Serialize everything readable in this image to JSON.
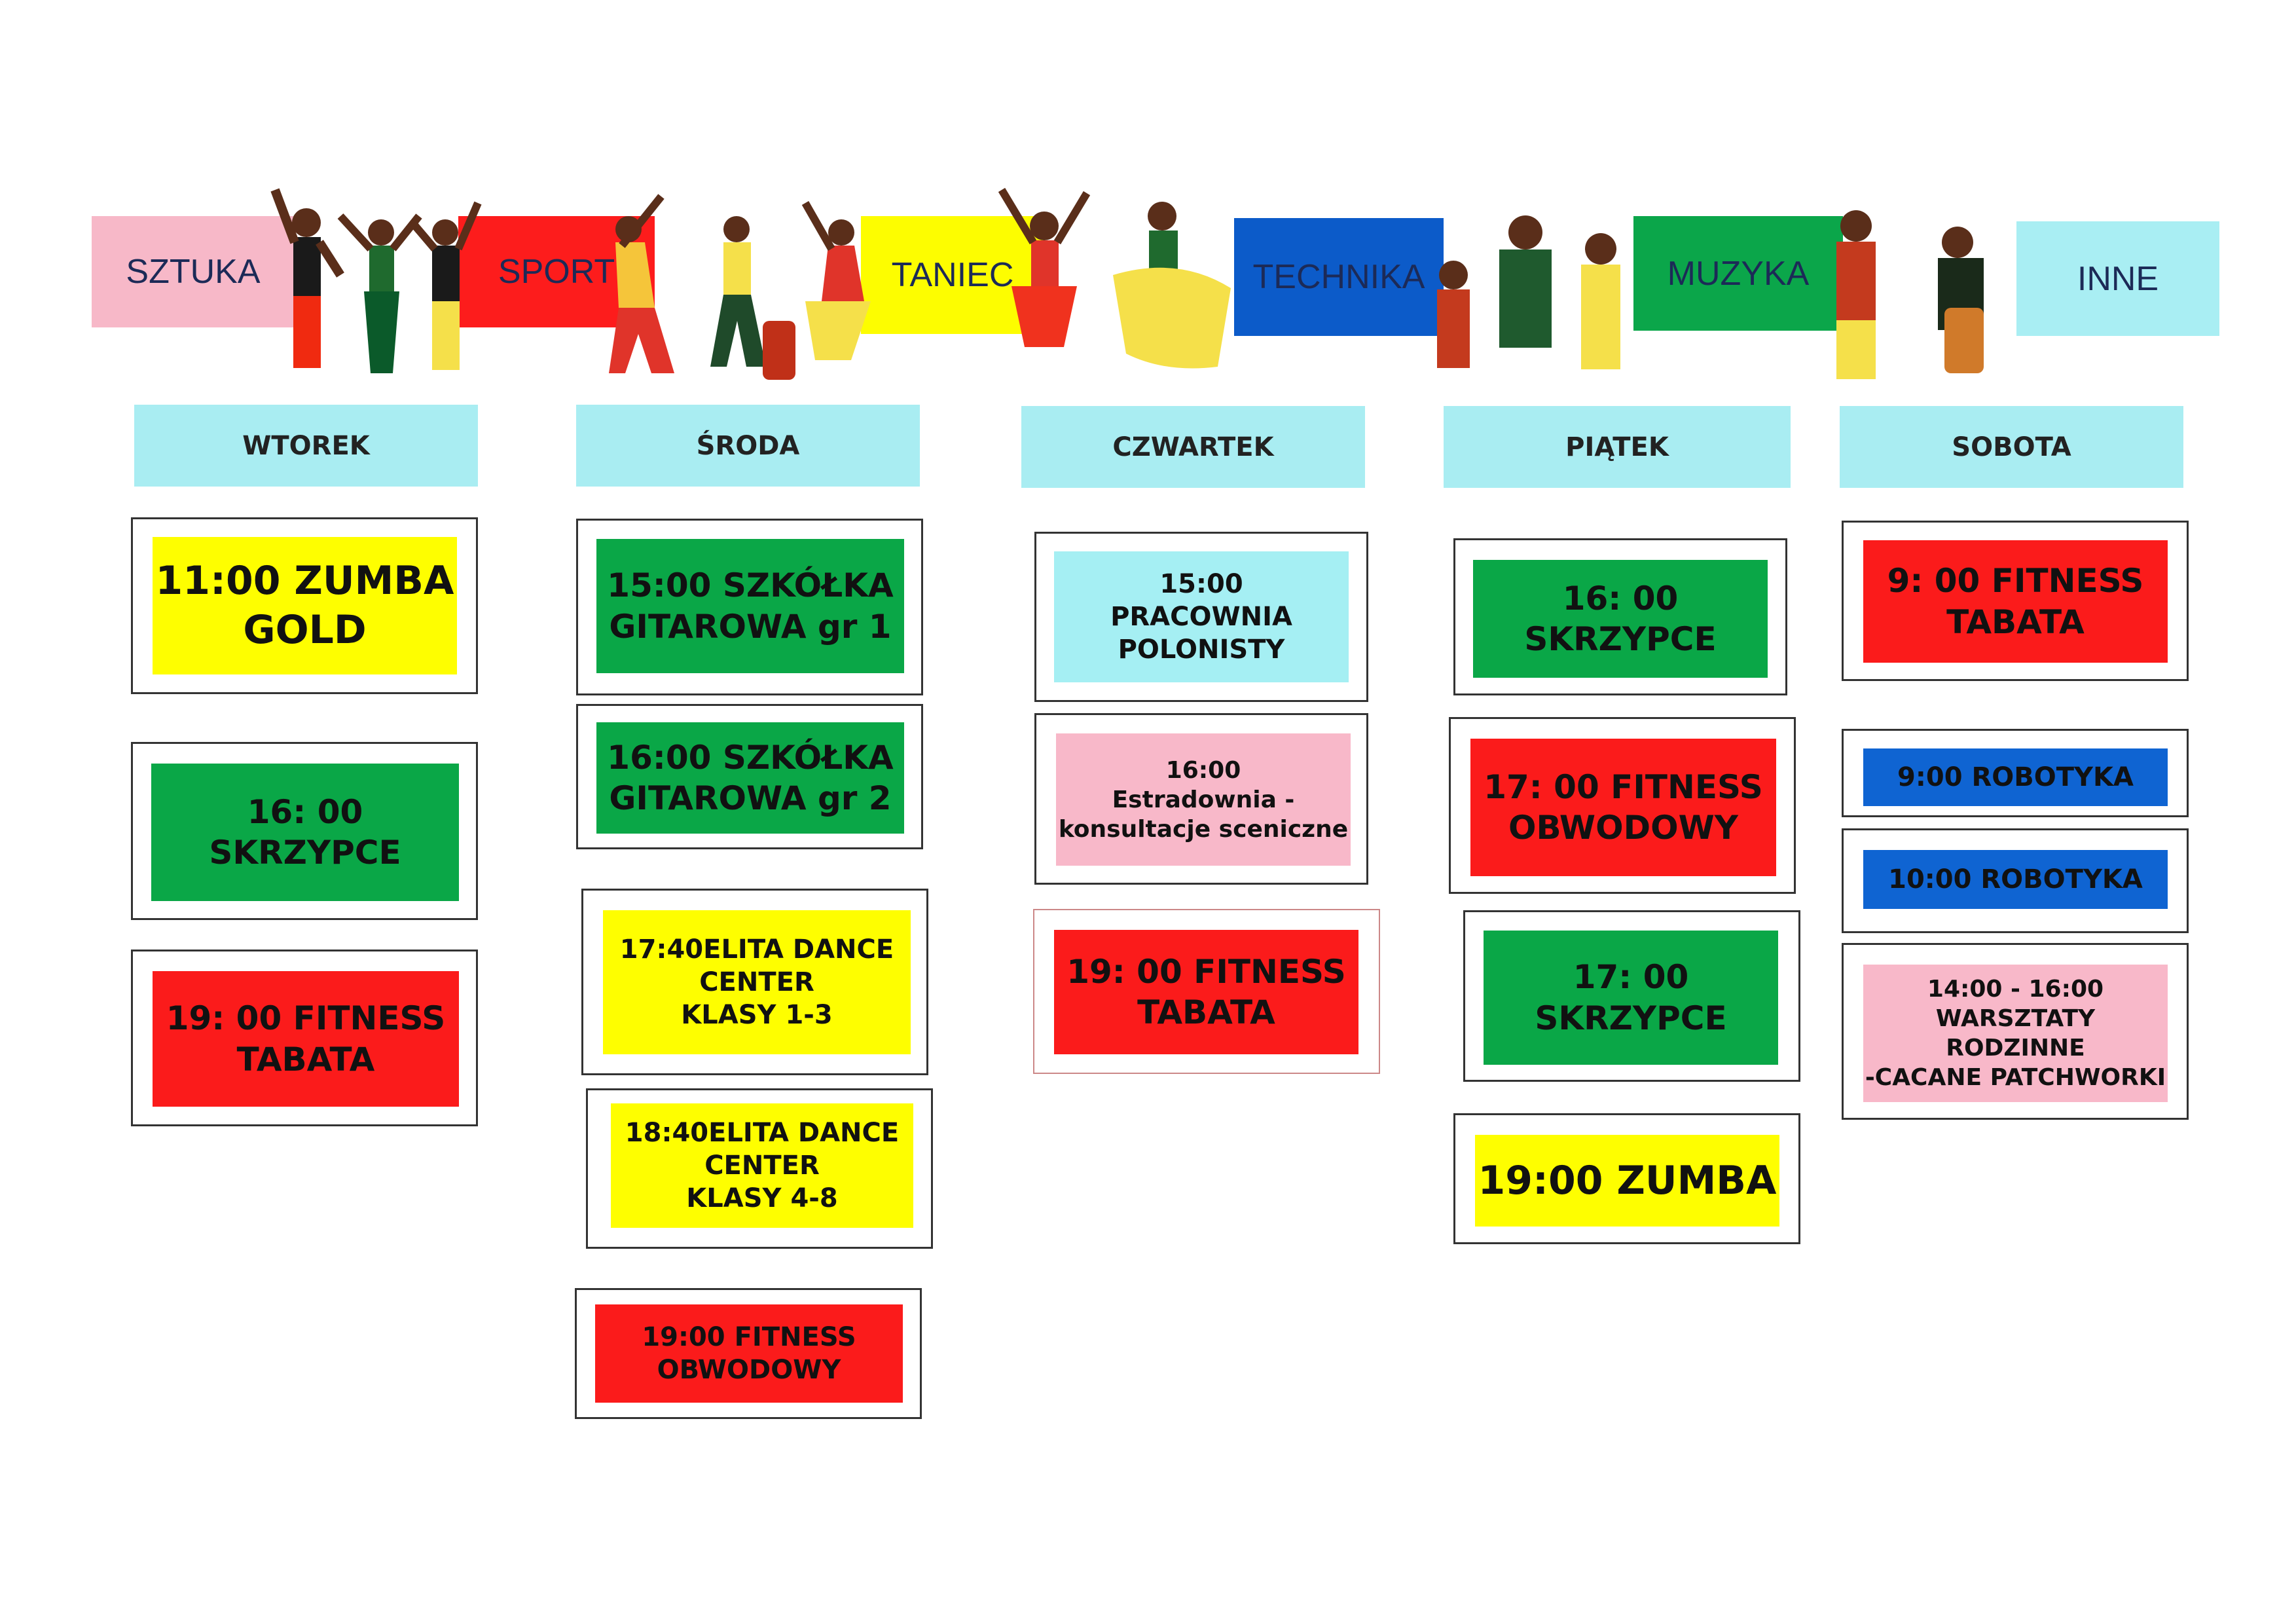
{
  "categories": {
    "sztuka": "SZTUKA",
    "sport": "SPORT",
    "taniec": "TANIEC",
    "technika": "TECHNIKA",
    "muzyka": "MUZYKA",
    "inne": "INNE"
  },
  "days": {
    "wtorek": "WTOREK",
    "sroda": "ŚRODA",
    "czwartek": "CZWARTEK",
    "piatek": "PIĄTEK",
    "sobota": "SOBOTA"
  },
  "events": {
    "wt1": "11:00 ZUMBA\nGOLD",
    "wt2": "16: 00 SKRZYPCE",
    "wt3": "19: 00 FITNESS\nTABATA",
    "sr1": "15:00 SZKÓŁKA\nGITAROWA gr 1",
    "sr2": "16:00 SZKÓŁKA\nGITAROWA gr 2",
    "sr3": "17:40ELITA DANCE\nCENTER\nKLASY 1-3",
    "sr4": "18:40ELITA DANCE\nCENTER\nKLASY 4-8",
    "sr5": "19:00 FITNESS\nOBWODOWY",
    "cz1": "15:00\nPRACOWNIA\nPOLONISTY",
    "cz2": "16:00\nEstradownia -\nkonsultacje sceniczne",
    "cz3": "19: 00 FITNESS\nTABATA",
    "pi1": "16: 00 SKRZYPCE",
    "pi2": "17: 00 FITNESS\nOBWODOWY",
    "pi3": "17: 00 SKRZYPCE",
    "pi4": "19:00 ZUMBA",
    "so1": "9: 00 FITNESS\nTABATA",
    "so2": "9:00  ROBOTYKA",
    "so3": "10:00  ROBOTYKA",
    "so4": "14:00 - 16:00\nWARSZTATY RODZINNE\n-CACANE PATCHWORKI"
  },
  "colors": {
    "yellow": "#fefe00",
    "green": "#0aa747",
    "red": "#fb1b1b",
    "cyan": "#a5eff3",
    "pink": "#f8b8c9",
    "blue": "#0f64d2"
  }
}
